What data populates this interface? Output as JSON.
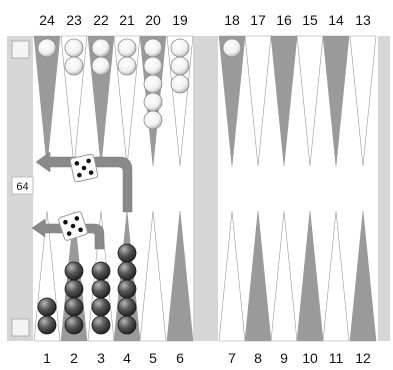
{
  "board": {
    "top_point_numbers": [
      "24",
      "23",
      "22",
      "21",
      "20",
      "19",
      "18",
      "17",
      "16",
      "15",
      "14",
      "13"
    ],
    "bottom_point_numbers": [
      "1",
      "2",
      "3",
      "4",
      "5",
      "6",
      "7",
      "8",
      "9",
      "10",
      "11",
      "12"
    ],
    "doubling_cube": "64",
    "colors": {
      "frame": "#d6d6d6",
      "light_point": "#ffffff",
      "dark_point": "#9a9a9a",
      "dark_checker": "#4a4a4a",
      "light_checker": "#f2f2f2",
      "arrow": "#8a8a8a"
    }
  },
  "checkers": {
    "dark": [
      {
        "point": 1,
        "count": 2
      },
      {
        "point": 2,
        "count": 4
      },
      {
        "point": 3,
        "count": 4
      },
      {
        "point": 4,
        "count": 5
      }
    ],
    "light": [
      {
        "point": 24,
        "count": 1
      },
      {
        "point": 23,
        "count": 2
      },
      {
        "point": 22,
        "count": 2
      },
      {
        "point": 21,
        "count": 2
      },
      {
        "point": 20,
        "count": 5
      },
      {
        "point": 19,
        "count": 3
      },
      {
        "point": 18,
        "count": 1
      }
    ]
  },
  "dice": [
    {
      "value": 5,
      "icon": "die-five-icon"
    },
    {
      "value": 5,
      "icon": "die-five-icon"
    }
  ],
  "moves": [
    {
      "icon": "move-arrow-icon"
    },
    {
      "icon": "move-arrow-icon"
    }
  ]
}
